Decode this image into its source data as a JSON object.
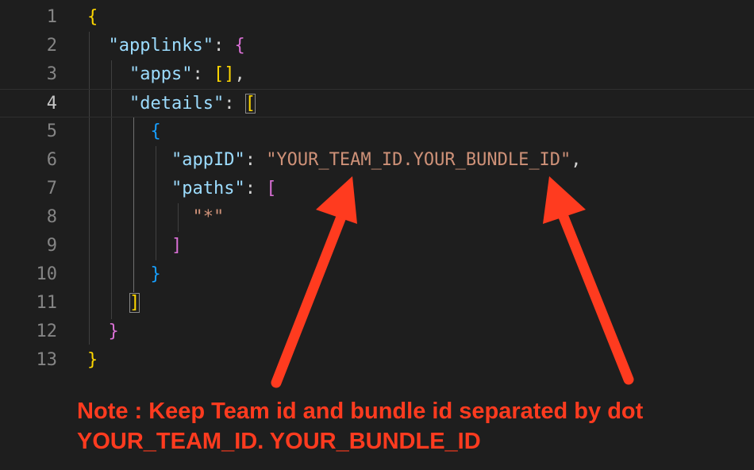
{
  "editor": {
    "line_numbers": [
      "1",
      "2",
      "3",
      "4",
      "5",
      "6",
      "7",
      "8",
      "9",
      "10",
      "11",
      "12",
      "13"
    ],
    "active_line": "4",
    "lines": {
      "l1": {
        "brace": "{"
      },
      "l2": {
        "key": "\"applinks\"",
        "colon": ": ",
        "brace": "{"
      },
      "l3": {
        "key": "\"apps\"",
        "colon": ": ",
        "value": "[]",
        "comma": ","
      },
      "l4": {
        "key": "\"details\"",
        "colon": ": ",
        "brace": "["
      },
      "l5": {
        "brace": "{"
      },
      "l6": {
        "key": "\"appID\"",
        "colon": ": ",
        "value": "\"YOUR_TEAM_ID.YOUR_BUNDLE_ID\"",
        "comma": ","
      },
      "l7": {
        "key": "\"paths\"",
        "colon": ": ",
        "brace": "["
      },
      "l8": {
        "value": "\"*\""
      },
      "l9": {
        "brace": "]"
      },
      "l10": {
        "brace": "}"
      },
      "l11": {
        "brace": "]"
      },
      "l12": {
        "brace": "}"
      },
      "l13": {
        "brace": "}"
      }
    }
  },
  "annotation": {
    "note_line1": "Note : Keep Team id and bundle id separated by dot",
    "note_line2": "YOUR_TEAM_ID. YOUR_BUNDLE_ID",
    "color": "#ff3b1f"
  }
}
